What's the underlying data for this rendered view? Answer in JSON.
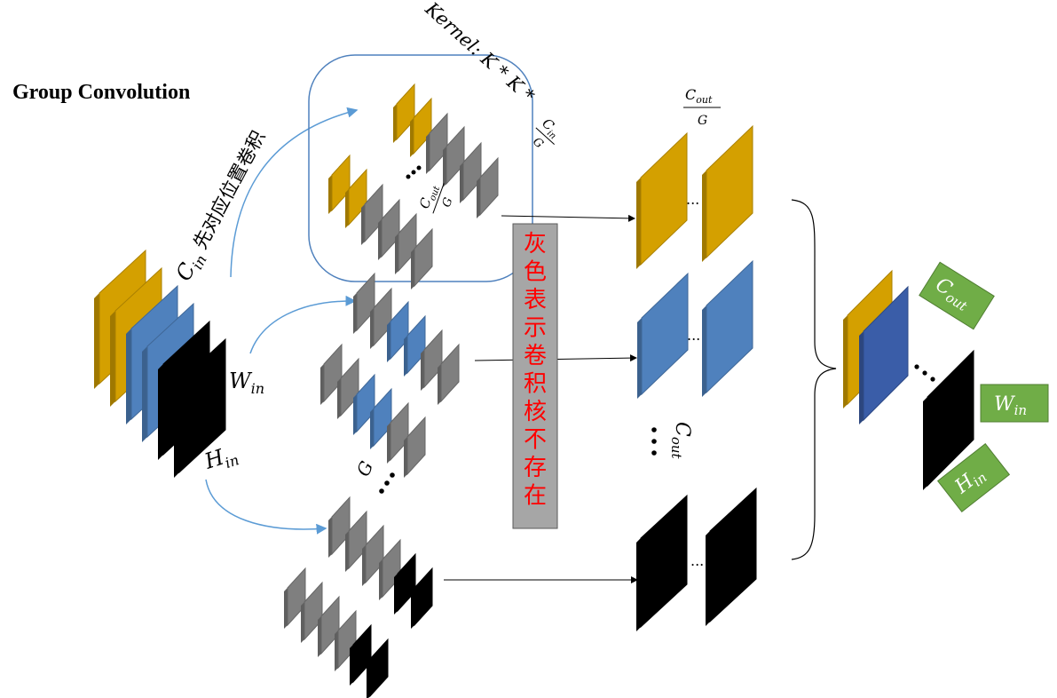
{
  "title": "Group Convolution",
  "kernel_label": "Kernel: K * K *",
  "frac_cin_g": {
    "num": "C",
    "num_sub": "in",
    "den": "G"
  },
  "frac_cout_g": {
    "num": "C",
    "num_sub": "out",
    "den": "G"
  },
  "side_note": "先对应位置卷积",
  "gray_note": [
    "灰",
    "色",
    "表",
    "示",
    "卷",
    "积",
    "核",
    "不",
    "存",
    "在"
  ],
  "labels": {
    "cin": {
      "base": "C",
      "sub": "in"
    },
    "win": {
      "base": "W",
      "sub": "in"
    },
    "hin": {
      "base": "H",
      "sub": "in"
    },
    "g": "G",
    "cout": {
      "base": "C",
      "sub": "out"
    },
    "ellipsis": "..."
  },
  "output_tags": {
    "cout": {
      "base": "C",
      "sub": "out"
    },
    "win": {
      "base": "W",
      "sub": "in"
    },
    "hin": {
      "base": "H",
      "sub": "in"
    }
  },
  "colors": {
    "gold": "#D4A000",
    "blue": "#4F81BD",
    "dark_blue": "#3A5DA8",
    "black": "#000000",
    "gray": "#7F7F7F",
    "green": "#70AD47",
    "red_text": "#FF0000",
    "note_bg": "#A6A6A6",
    "arrow_blue": "#5B9BD5"
  }
}
